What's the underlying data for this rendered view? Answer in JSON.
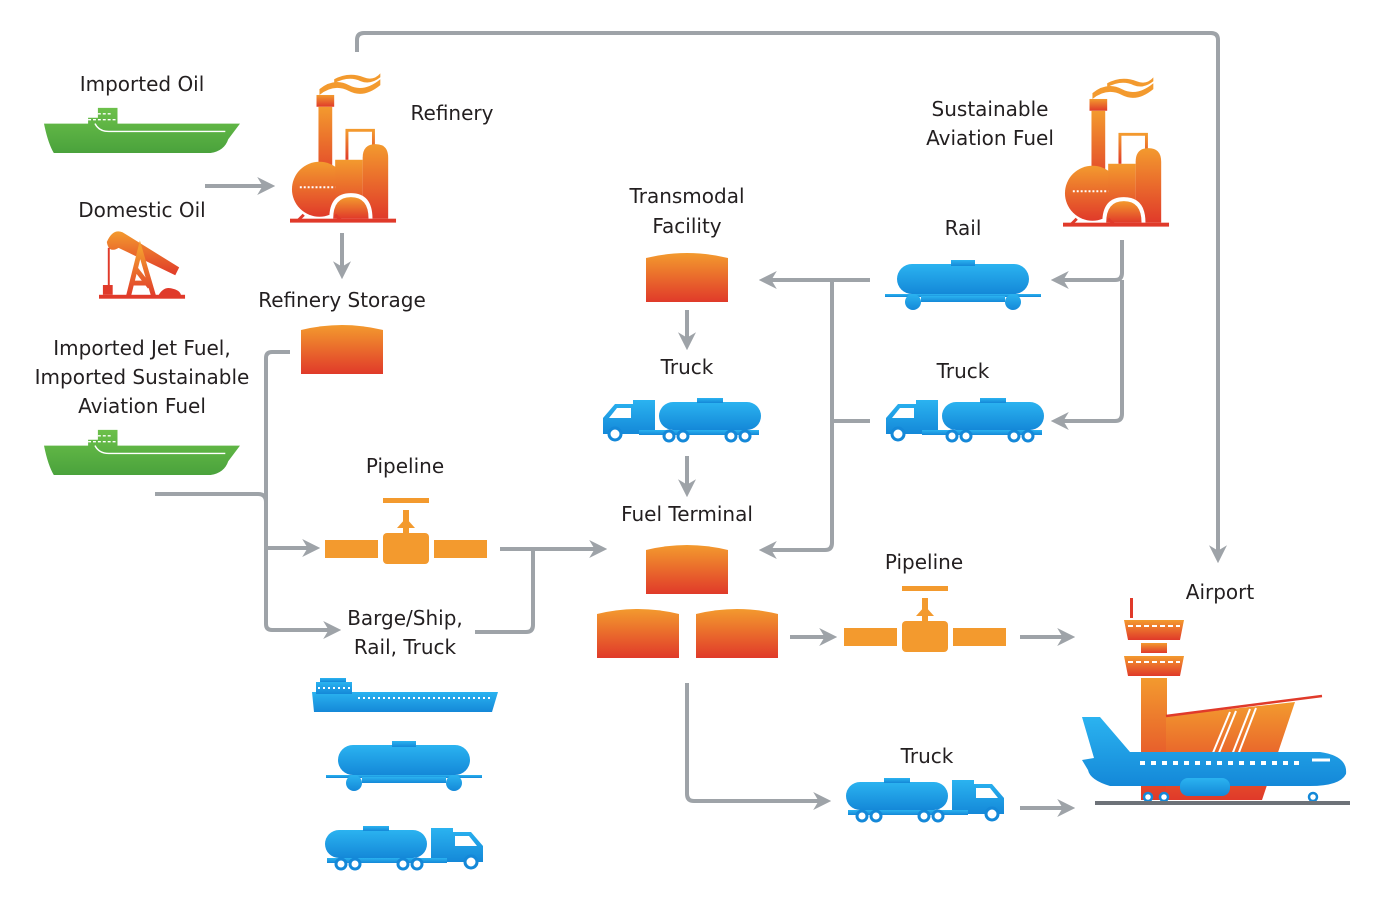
{
  "colors": {
    "arrow": "#9ea3a8",
    "green_ship": "#5cb344",
    "orange": "#f39a2e",
    "red": "#e03a2a",
    "blue": "#1ea0e6",
    "text": "#231f20"
  },
  "nodes": {
    "imported_oil": "Imported Oil",
    "domestic_oil": "Domestic Oil",
    "refinery": "Refinery",
    "refinery_storage": "Refinery Storage",
    "imported_jet_fuel": [
      "Imported Jet Fuel,",
      "Imported Sustainable",
      "Aviation Fuel"
    ],
    "pipeline_left": "Pipeline",
    "barge_ship_rail_truck": [
      "Barge/Ship,",
      "Rail, Truck"
    ],
    "transmodal_facility": [
      "Transmodal",
      "Facility"
    ],
    "truck_transmodal": "Truck",
    "fuel_terminal": "Fuel Terminal",
    "sustainable_aviation_fuel": [
      "Sustainable",
      "Aviation Fuel"
    ],
    "rail": "Rail",
    "truck_saf": "Truck",
    "pipeline_right": "Pipeline",
    "airport": "Airport",
    "truck_bottom": "Truck"
  },
  "icons": [
    "tanker-ship-icon",
    "oil-pump-jack-icon",
    "refinery-factory-icon",
    "storage-tank-icon",
    "pipeline-valve-icon",
    "barge-icon",
    "rail-tank-car-icon",
    "tanker-truck-icon",
    "airport-icon"
  ]
}
